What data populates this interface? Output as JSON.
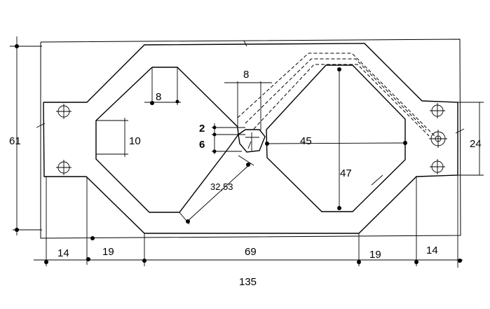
{
  "dimensions": {
    "overall_height": "61",
    "right_height": "24",
    "tab_left_width": "14",
    "taper_left_width": "19",
    "center_width": "69",
    "taper_right_width": "19",
    "tab_right_width": "14",
    "total_width": "135",
    "slot_width": "8",
    "top_gap_width": "8",
    "left_notch_height": "10",
    "gap_2": "2",
    "gap_6": "6",
    "diagonal_length": "32,53",
    "horizontal_length": "45",
    "vertical_length": "47"
  }
}
